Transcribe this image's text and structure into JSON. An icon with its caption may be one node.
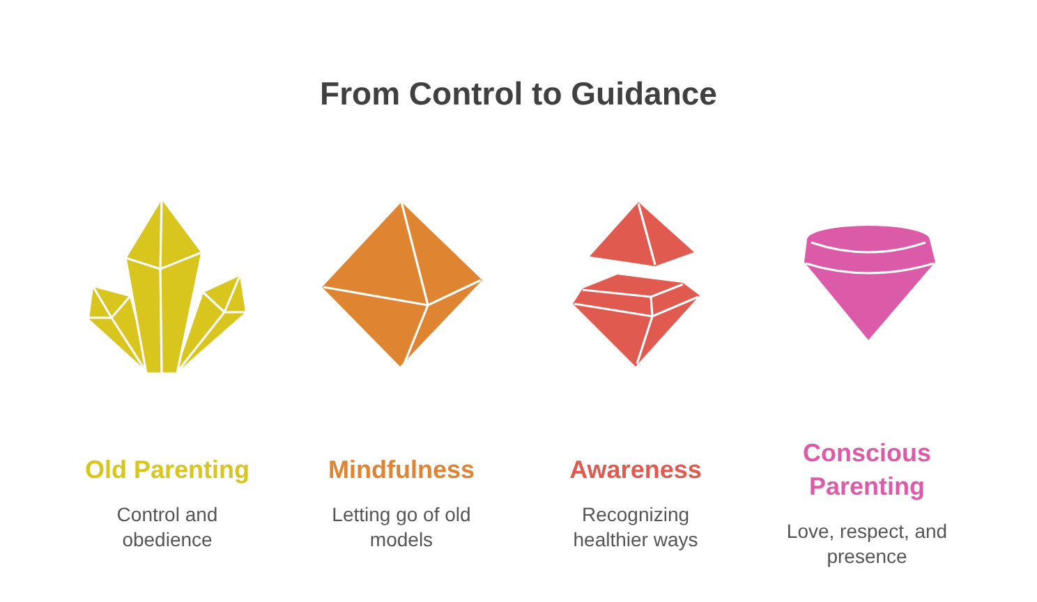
{
  "diagram": {
    "title": "From Control to Guidance",
    "labels": [
      "Old Parenting",
      "Control and obedience",
      "Mindfulness",
      "Letting go of old models",
      "Awareness",
      "Recognizing healthier ways",
      "Conscious Parenting",
      "Love, respect, and presence"
    ]
  }
}
